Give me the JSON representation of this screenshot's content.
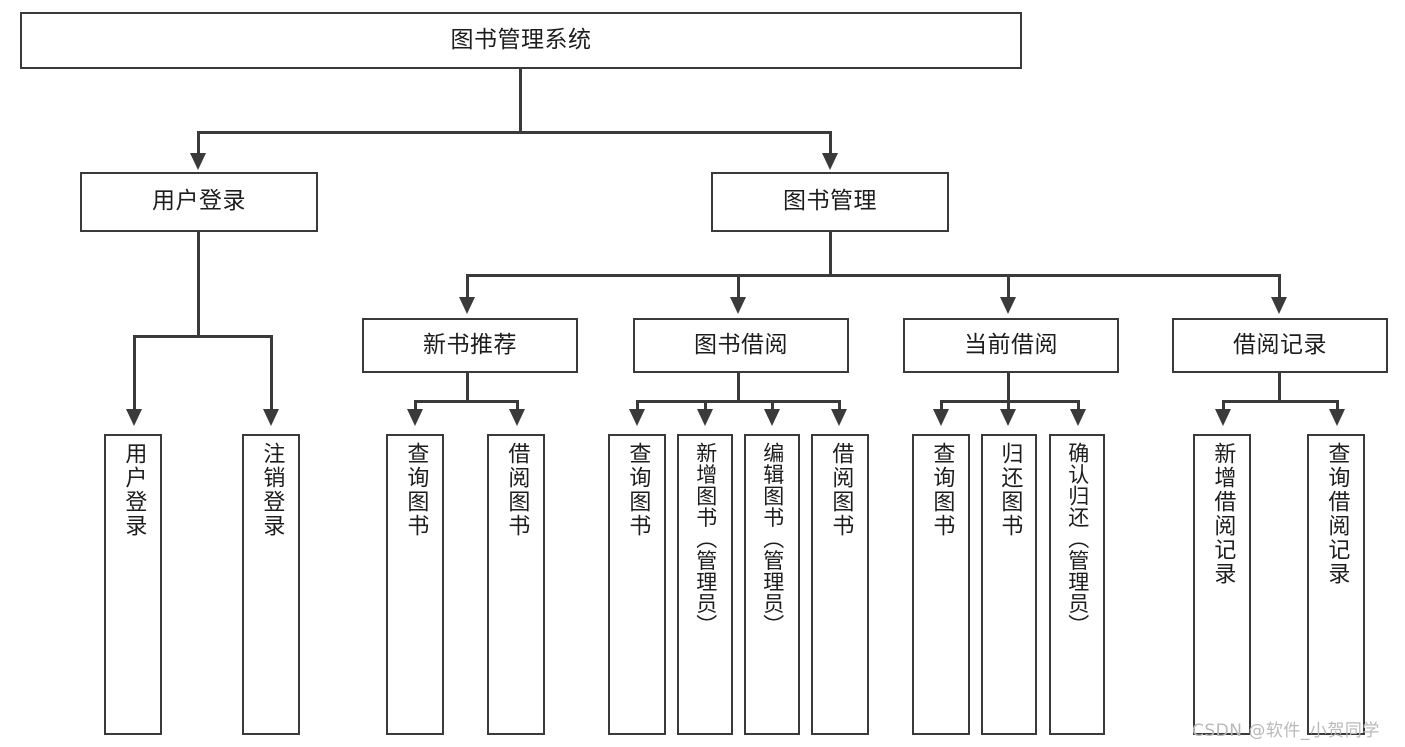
{
  "diagram": {
    "title_node": {
      "label": "图书管理系统"
    },
    "level2": [
      {
        "id": "user-login",
        "label": "用户登录"
      },
      {
        "id": "book-management",
        "label": "图书管理"
      }
    ],
    "level3": [
      {
        "id": "new-book-recommend",
        "label": "新书推荐"
      },
      {
        "id": "book-borrow",
        "label": "图书借阅"
      },
      {
        "id": "current-borrow",
        "label": "当前借阅"
      },
      {
        "id": "borrow-record",
        "label": "借阅记录"
      }
    ],
    "leaves": [
      {
        "id": "leaf-user-login",
        "label": "用户登录",
        "parent": "user-login"
      },
      {
        "id": "leaf-logout",
        "label": "注销登录",
        "parent": "user-login"
      },
      {
        "id": "leaf-query-book-1",
        "label": "查询图书",
        "parent": "new-book-recommend"
      },
      {
        "id": "leaf-borrow-book-1",
        "label": "借阅图书",
        "parent": "new-book-recommend"
      },
      {
        "id": "leaf-query-book-2",
        "label": "查询图书",
        "parent": "book-borrow"
      },
      {
        "id": "leaf-add-book",
        "label": "新增图书（管理员）",
        "parent": "book-borrow"
      },
      {
        "id": "leaf-edit-book",
        "label": "编辑图书（管理员）",
        "parent": "book-borrow"
      },
      {
        "id": "leaf-borrow-book-2",
        "label": "借阅图书",
        "parent": "book-borrow"
      },
      {
        "id": "leaf-query-book-3",
        "label": "查询图书",
        "parent": "current-borrow"
      },
      {
        "id": "leaf-return-book",
        "label": "归还图书",
        "parent": "current-borrow"
      },
      {
        "id": "leaf-confirm-return",
        "label": "确认归还（管理员）",
        "parent": "current-borrow"
      },
      {
        "id": "leaf-add-record",
        "label": "新增借阅记录",
        "parent": "borrow-record"
      },
      {
        "id": "leaf-query-record",
        "label": "查询借阅记录",
        "parent": "borrow-record"
      }
    ],
    "watermark": "CSDN @软件_小贺同学",
    "colors": {
      "stroke": "#3a3a3a",
      "background": "#ffffff",
      "text": "#1d1d1d",
      "watermark": "#b9b9b9"
    }
  }
}
